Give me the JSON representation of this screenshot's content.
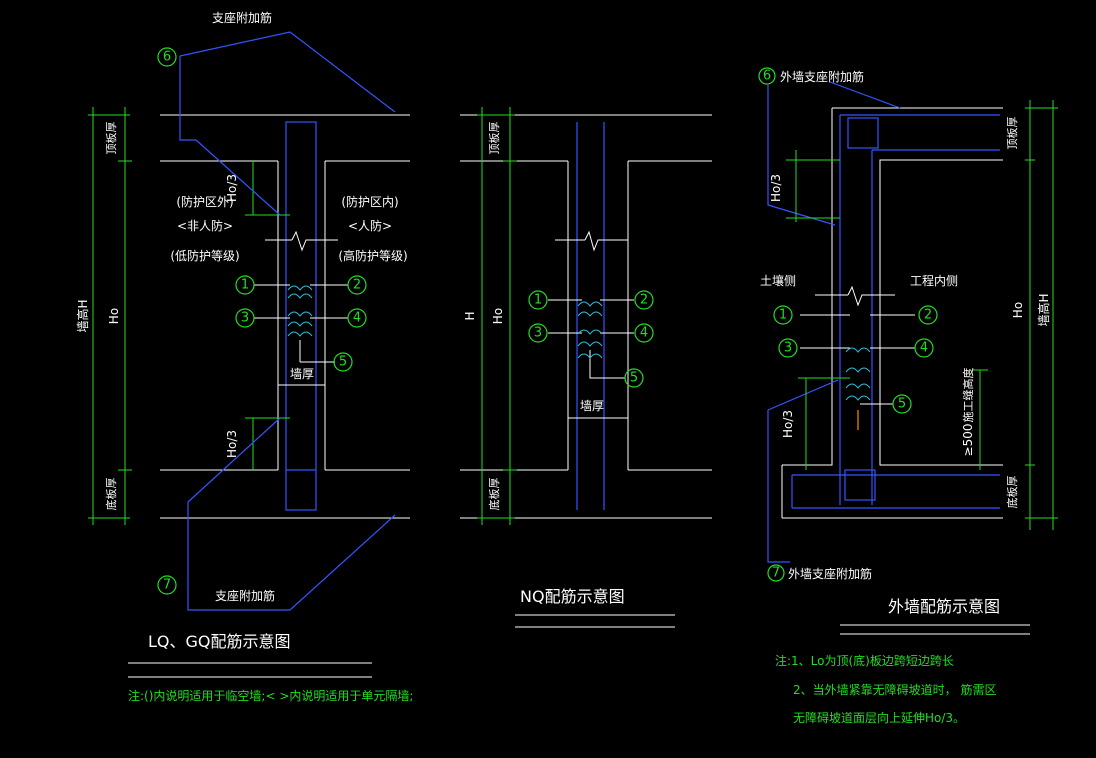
{
  "lq": {
    "title": "LQ、GQ配筋示意图",
    "top_bar": "支座附加筋",
    "bottom_bar": "支座附加筋",
    "slab_top": "顶板厚",
    "slab_bottom": "底板厚",
    "wall_height": "墙高H",
    "ho": "Ho",
    "ho3_top": "Ho/3",
    "ho3_bottom": "Ho/3",
    "left_l1": "(防护区外)",
    "left_l2": "<非人防>",
    "left_l3": "(低防护等级)",
    "right_l1": "(防护区内)",
    "right_l2": "<人防>",
    "right_l3": "(高防护等级)",
    "wall_thick": "墙厚",
    "note": "注:()内说明适用于临空墙;< >内说明适用于单元隔墙;",
    "markers": [
      "1",
      "2",
      "3",
      "4",
      "5",
      "6",
      "7"
    ]
  },
  "nq": {
    "title": "NQ配筋示意图",
    "slab_top": "顶板厚",
    "slab_bottom": "底板厚",
    "h": "H",
    "ho": "Ho",
    "wall_thick": "墙厚",
    "markers": [
      "1",
      "2",
      "3",
      "4",
      "5"
    ]
  },
  "wq": {
    "title": "外墙配筋示意图",
    "top_bar": "外墙支座附加筋",
    "bottom_bar": "外墙支座附加筋",
    "marker6": "6",
    "marker7": "7",
    "slab_top": "顶板厚",
    "slab_bottom": "底板厚",
    "ho3_top": "Ho/3",
    "ho3_bottom": "Ho/3",
    "soil_side": "土壤侧",
    "inner_side": "工程内侧",
    "ho": "Ho",
    "wall_height": "墙高H",
    "gte500": "≥500",
    "anchor_len": "施工缝高度",
    "note1": "注:1、Lo为顶(底)板边跨短边跨长",
    "note2": "2、当外墙紧靠无障碍坡道时，  筋需区",
    "note3": "无障碍坡道面层向上延伸Ho/3。",
    "markers": [
      "1",
      "2",
      "3",
      "4",
      "5"
    ]
  }
}
